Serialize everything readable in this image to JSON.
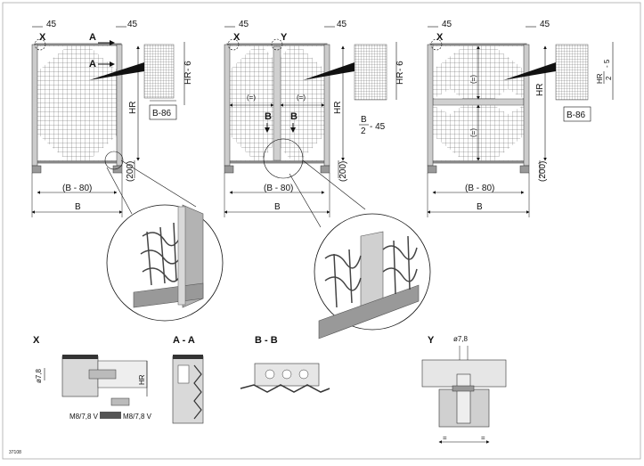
{
  "colors": {
    "line": "#111111",
    "frame": "#888888",
    "profile_light": "#d9d9d9",
    "profile_mid": "#b3b3b3",
    "profile_dark": "#6d6d6d",
    "mesh": "#555555"
  },
  "panel1": {
    "dim_top_left": "45",
    "dim_top_right": "45",
    "marker_x": "X",
    "marker_a_top": "A",
    "marker_a_mid": "A",
    "height_label": "HR",
    "height_offset": "- 6",
    "detail_width": "B-86",
    "bottom_clear": "(200)",
    "inner_width": "(B - 80)",
    "outer_width": "B"
  },
  "panel2": {
    "dim_top_left": "45",
    "dim_top_right": "45",
    "marker_x": "X",
    "marker_y": "Y",
    "eq_left": "(=)",
    "eq_right": "(=)",
    "marker_b_left": "B",
    "marker_b_right": "B",
    "height_label": "HR",
    "height_offset": "- 6",
    "frac_num": "B",
    "frac_den": "2",
    "frac_rest": "- 45",
    "bottom_clear": "(200)",
    "inner_width": "(B - 80)",
    "outer_width": "B"
  },
  "panel3": {
    "dim_top_left": "45",
    "dim_top_right": "45",
    "marker_x": "X",
    "eq_top": "(=)",
    "eq_bottom": "(=)",
    "height_label": "HR",
    "frac_num": "HR",
    "frac_den": "2",
    "frac_rest": "- 5",
    "detail_width": "B-86",
    "bottom_clear": "(200)",
    "inner_width": "(B - 80)",
    "outer_width": "B"
  },
  "details": {
    "x": {
      "title": "X",
      "diameter": "ø7,8",
      "height": "HR",
      "screw_label_left": "M8/7,8 V",
      "screw_label_right": "M8/7,8 V"
    },
    "aa": {
      "title": "A - A"
    },
    "bb": {
      "title": "B - B"
    },
    "y": {
      "title": "Y",
      "diameter": "ø7,8",
      "eq_left": "=",
      "eq_right": "="
    }
  },
  "drawing_number": "37108"
}
